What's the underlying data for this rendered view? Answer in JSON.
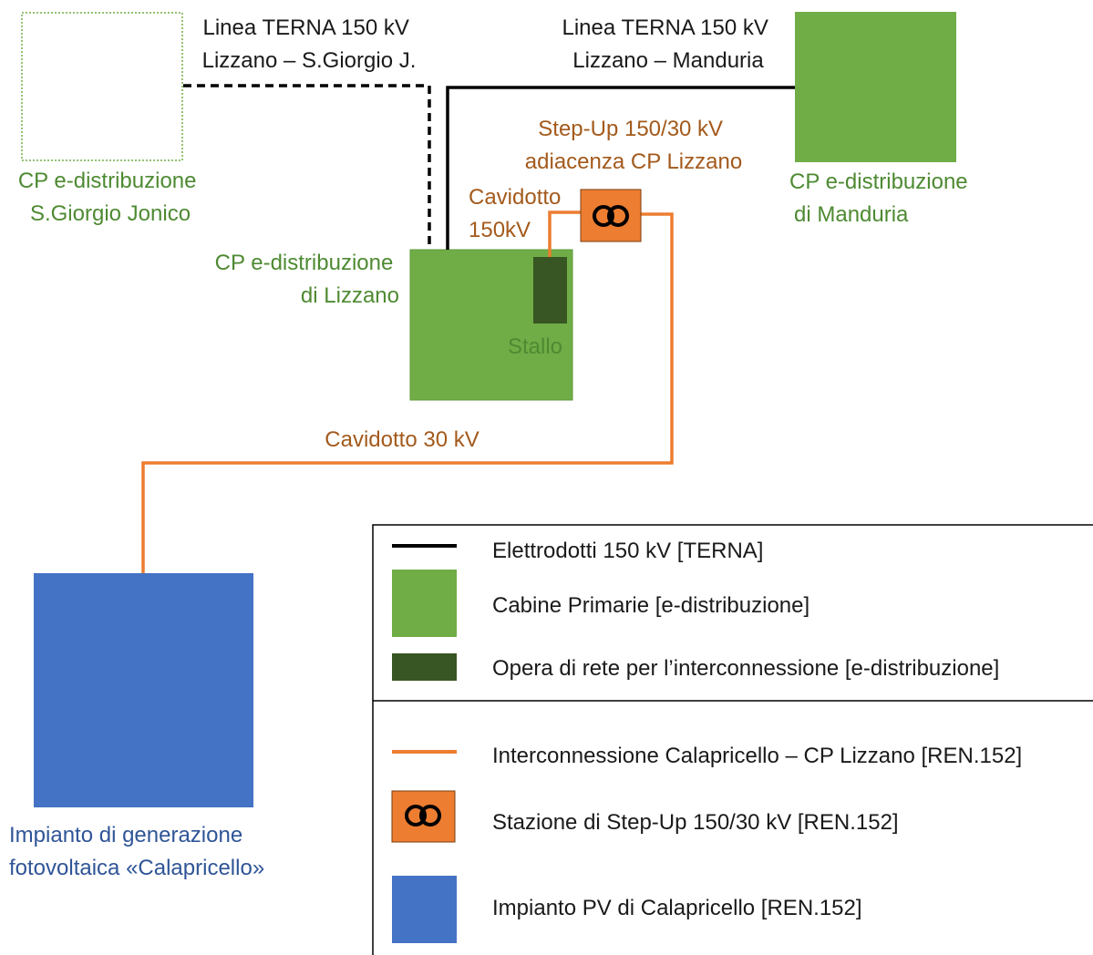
{
  "colors": {
    "cp_green": "#70ad47",
    "dark_green": "#375623",
    "orange": "#ed7d31",
    "blue": "#4472c4",
    "black": "#000000",
    "label_green": "#4e8a32",
    "label_orange": "#a35a1c",
    "label_blue": "#2f5597"
  },
  "lines": {
    "sgiorgio": {
      "line1": "Linea TERNA 150 kV",
      "line2": "Lizzano – S.Giorgio J."
    },
    "manduria": {
      "line1": "Linea TERNA 150 kV",
      "line2": "Lizzano – Manduria"
    }
  },
  "nodes": {
    "sgiorgio": {
      "line1": "CP e-distribuzione",
      "line2": "S.Giorgio Jonico"
    },
    "manduria": {
      "line1": "CP e-distribuzione",
      "line2": "di Manduria"
    },
    "lizzano": {
      "line1": "CP e-distribuzione",
      "line2": "di Lizzano"
    },
    "stallo": "Stallo",
    "stepup": {
      "line1": "Step-Up 150/30 kV",
      "line2": "adiacenza CP Lizzano",
      "icon": "transformer-icon"
    },
    "cavidotto150": {
      "line1": "Cavidotto",
      "line2": "150kV"
    },
    "cavidotto30": "Cavidotto 30 kV",
    "pv": {
      "line1": "Impianto di generazione",
      "line2": "fotovoltaica «Calapricello»"
    }
  },
  "legend": {
    "items": [
      {
        "label": "Elettrodotti 150 kV [TERNA]",
        "icon": "black-line"
      },
      {
        "label": "Cabine Primarie [e-distribuzione]",
        "icon": "green-square"
      },
      {
        "label": "Opera di rete per l’interconnessione [e-distribuzione]",
        "icon": "dark-green-rect"
      },
      {
        "label": "Interconnessione Calapricello – CP Lizzano [REN.152]",
        "icon": "orange-line"
      },
      {
        "label": "Stazione di Step-Up 150/30 kV [REN.152]",
        "icon": "transformer-icon"
      },
      {
        "label": "Impianto PV di Calapricello [REN.152]",
        "icon": "blue-square"
      }
    ]
  }
}
